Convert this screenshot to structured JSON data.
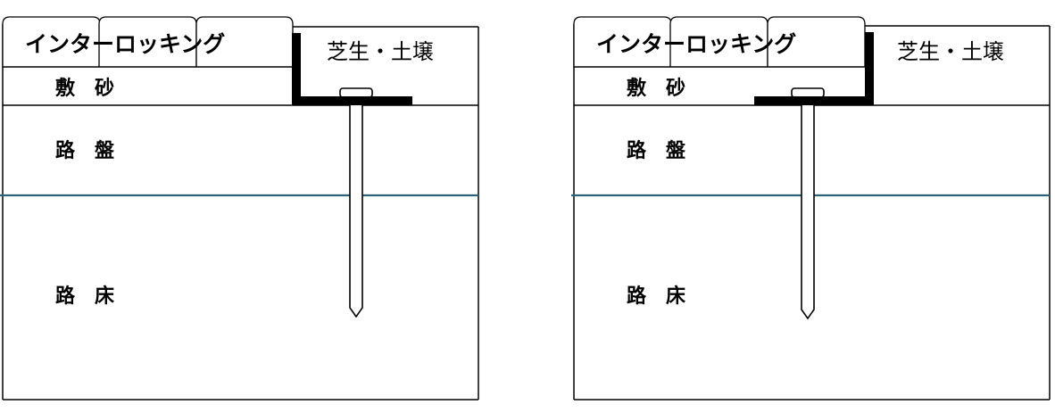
{
  "colors": {
    "outline": "#000000",
    "groundwater_line": "#2a6478",
    "background": "#ffffff"
  },
  "diagrams": [
    {
      "position": "left",
      "paver_label": "インターロッキング",
      "lawn_label": "芝生・土壌",
      "layers": {
        "bedding_sand": "敷　砂",
        "roadbed": "路　盤",
        "subgrade": "路　床"
      }
    },
    {
      "position": "right",
      "paver_label": "インターロッキング",
      "lawn_label": "芝生・土壌",
      "layers": {
        "bedding_sand": "敷　砂",
        "roadbed": "路　盤",
        "subgrade": "路　床"
      }
    }
  ]
}
